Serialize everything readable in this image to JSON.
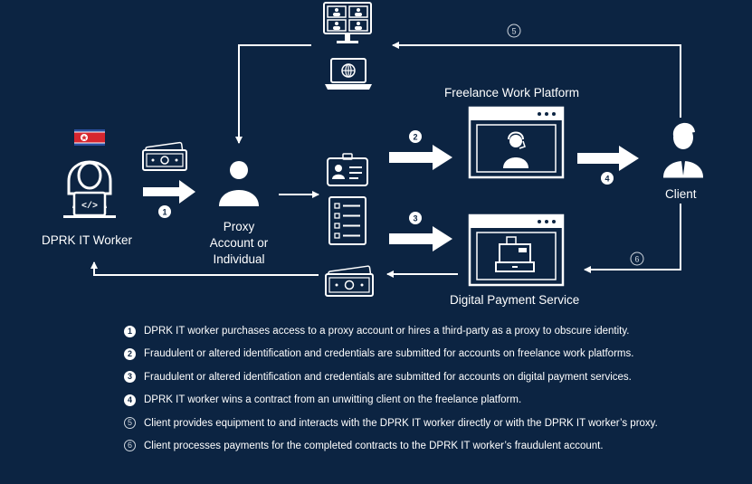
{
  "nodes": {
    "worker": "DPRK IT Worker",
    "proxy": [
      "Proxy",
      "Account or",
      "Individual"
    ],
    "freelance": "Freelance Work Platform",
    "client": "Client",
    "payment": "Digital Payment Service"
  },
  "steps": [
    "1",
    "2",
    "3",
    "4",
    "5",
    "6"
  ],
  "legend": [
    {
      "num": "1",
      "style": "filled",
      "text": "DPRK IT worker purchases access to a proxy account or hires a third-party as a proxy to obscure identity."
    },
    {
      "num": "2",
      "style": "filled",
      "text": "Fraudulent or altered identification and credentials are submitted for accounts on freelance work platforms."
    },
    {
      "num": "3",
      "style": "filled",
      "text": "Fraudulent or altered identification and credentials are submitted for accounts on digital payment services."
    },
    {
      "num": "4",
      "style": "filled",
      "text": "DPRK IT worker wins a contract from an unwitting client on the freelance platform."
    },
    {
      "num": "5",
      "style": "outline",
      "text": "Client provides equipment to and interacts with the DPRK IT worker directly or with the DPRK IT worker’s proxy."
    },
    {
      "num": "6",
      "style": "outline",
      "text": "Client processes payments for the completed contracts to the DPRK IT worker’s fraudulent account."
    }
  ],
  "colors": {
    "background": "#0c2442",
    "foreground": "#ffffff",
    "flag_red": "#d7262f",
    "flag_blue": "#2a4fa0"
  }
}
